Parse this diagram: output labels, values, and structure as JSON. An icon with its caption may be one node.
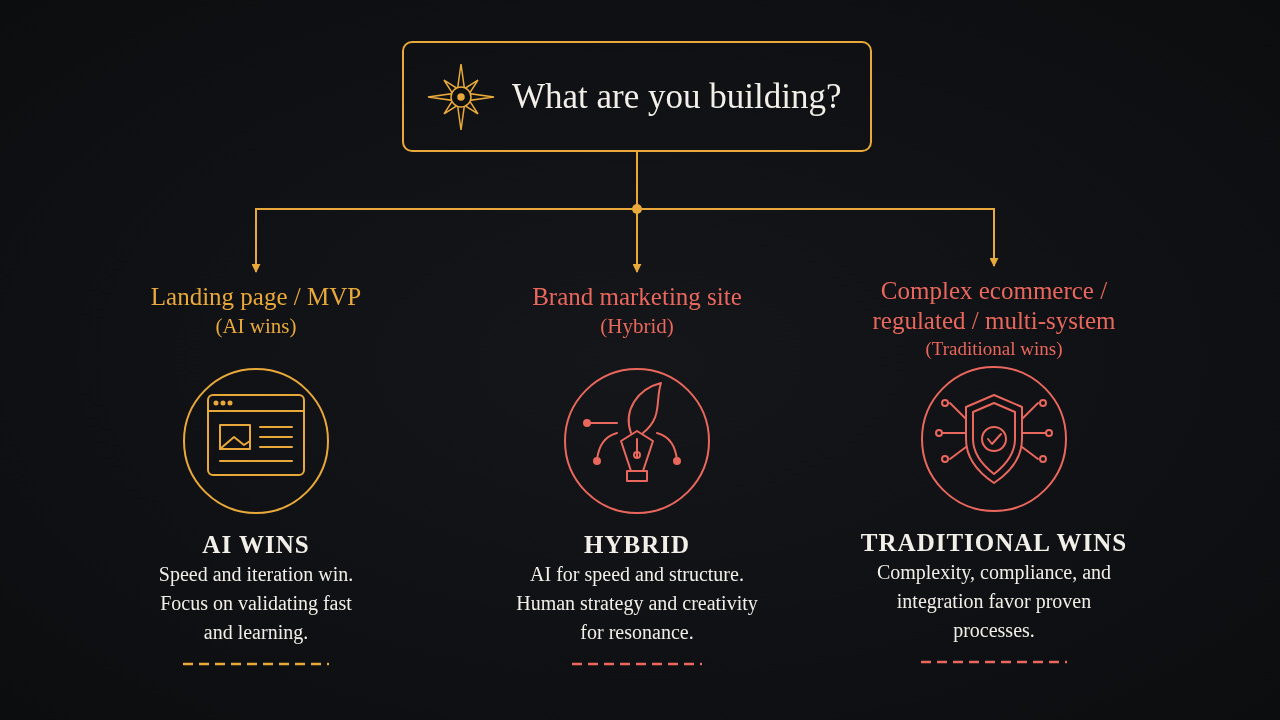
{
  "diagram": {
    "nodes": [
      {
        "text": [
          "What are you building?"
        ]
      },
      {
        "text": [
          "Landing page / MVP",
          "(AI wins)",
          "AI WINS",
          "Speed and iteration win. Focus on validating fast and learning."
        ]
      },
      {
        "text": [
          "Brand marketing site",
          "(Hybrid)",
          "HYBRID",
          "AI for speed and structure. Human strategy and creativity for resonance."
        ]
      },
      {
        "text": [
          "Complex ecommerce / regulated / multi-system",
          "(Traditional wins)",
          "TRADITIONAL WINS",
          "Complexity, compliance, and integration favor proven processes."
        ]
      }
    ],
    "edges": [
      {
        "from": 0,
        "to": 1,
        "arrow": "to"
      },
      {
        "from": 0,
        "to": 2,
        "arrow": "to"
      },
      {
        "from": 0,
        "to": 3,
        "arrow": "to"
      }
    ]
  }
}
